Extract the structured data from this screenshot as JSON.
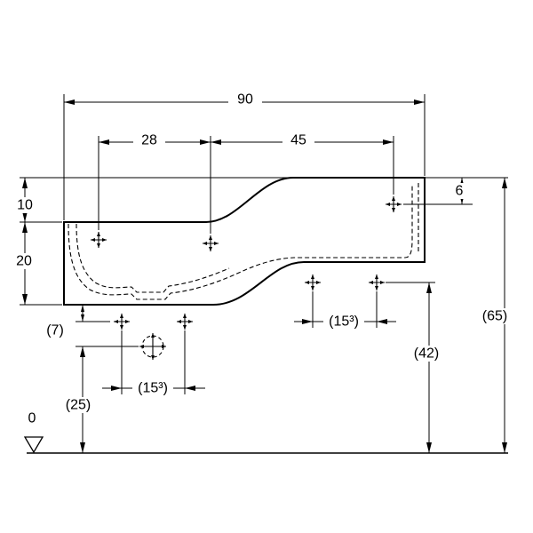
{
  "drawing": {
    "type": "technical-dimension-drawing",
    "colors": {
      "line": "#000000",
      "background": "#ffffff"
    },
    "labels": {
      "total_width": "90",
      "hole_spacing_1": "28",
      "hole_spacing_2": "45",
      "front_edge_drop": "10",
      "basin_depth": "20",
      "top_hole_offset": "6",
      "overall_height": "(65)",
      "right_holes_height": "(42)",
      "bottom_offset": "(7)",
      "trap_height": "(25)",
      "hole_pair_spacing_right": "(15³)",
      "hole_pair_spacing_left": "(15³)",
      "datum": "0"
    }
  }
}
